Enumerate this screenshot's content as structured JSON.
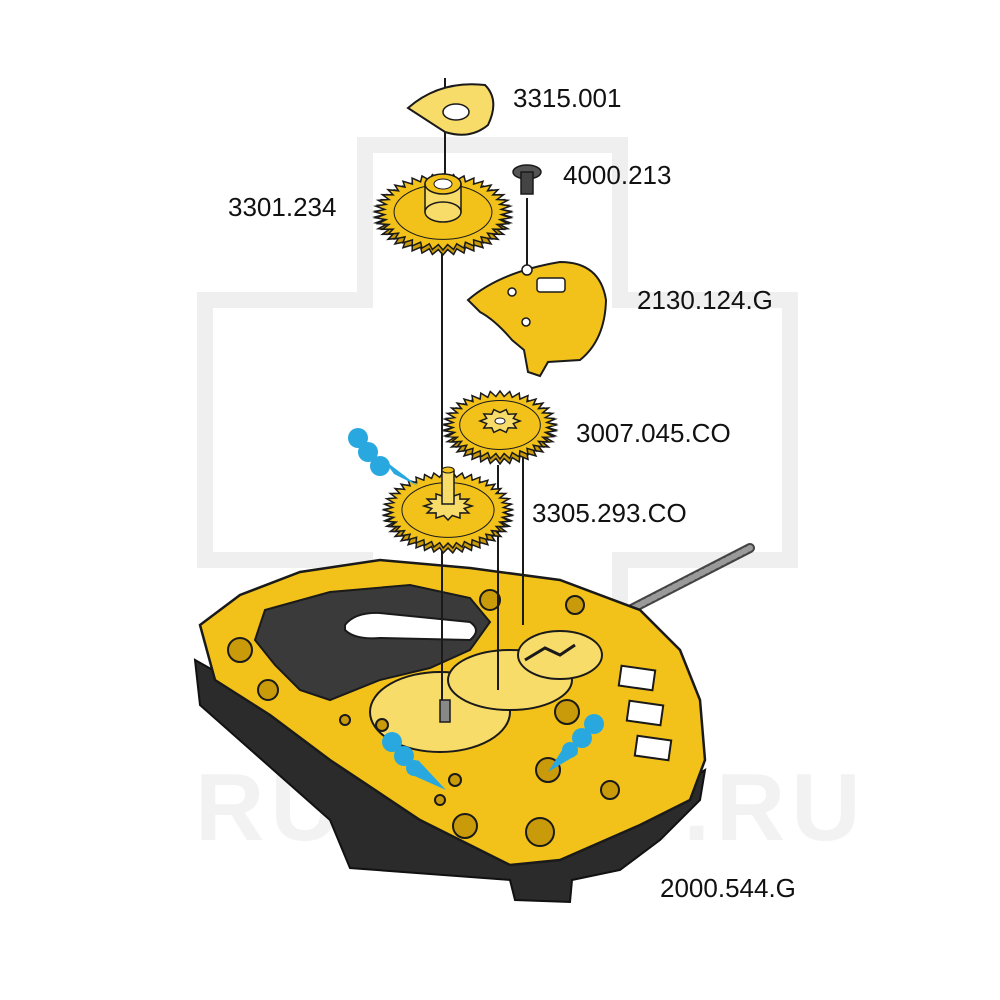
{
  "watermark": "RUSPART.RU",
  "colors": {
    "gold": "#f2c21b",
    "gold_dark": "#c99a0a",
    "gold_light": "#f8dc6a",
    "outline": "#1a1a1a",
    "body_dark": "#2b2b2b",
    "accent_blue": "#29a8e0",
    "watermark": "#f0f0f0"
  },
  "parts": [
    {
      "id": "cam",
      "label": "3315.001",
      "icon": "cam-plate"
    },
    {
      "id": "screw",
      "label": "4000.213",
      "icon": "screw"
    },
    {
      "id": "hour_wheel",
      "label": "3301.234",
      "icon": "gear-with-pipe"
    },
    {
      "id": "bridge",
      "label": "2130.124.G",
      "icon": "plate-bridge"
    },
    {
      "id": "minute_wheel",
      "label": "3007.045.CO",
      "icon": "gear-with-pinion"
    },
    {
      "id": "cannon_pinion",
      "label": "3305.293.CO",
      "icon": "gear-with-arbor"
    },
    {
      "id": "mainplate",
      "label": "2000.544.G",
      "icon": "movement-mainplate"
    }
  ]
}
